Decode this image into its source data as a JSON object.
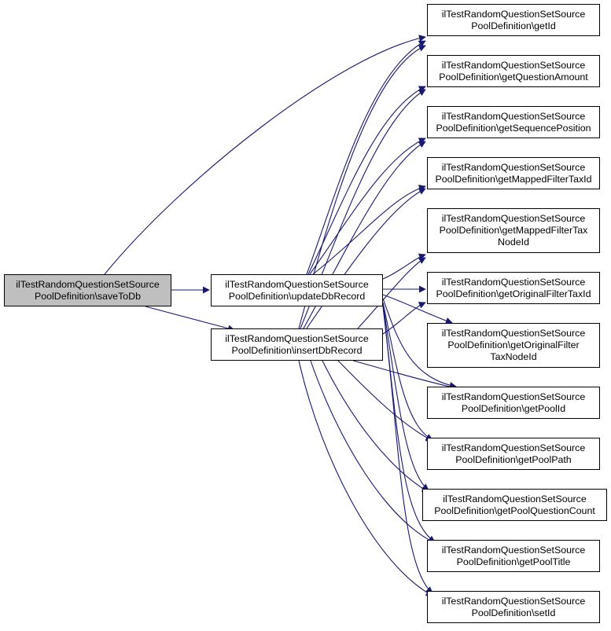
{
  "root": {
    "line1": "ilTestRandomQuestionSetSource",
    "line2": "PoolDefinition\\saveToDb"
  },
  "mid": [
    {
      "line1": "ilTestRandomQuestionSetSource",
      "line2": "PoolDefinition\\updateDbRecord"
    },
    {
      "line1": "ilTestRandomQuestionSetSource",
      "line2": "PoolDefinition\\insertDbRecord"
    }
  ],
  "targets": [
    {
      "line1": "ilTestRandomQuestionSetSource",
      "line2": "PoolDefinition\\getId"
    },
    {
      "line1": "ilTestRandomQuestionSetSource",
      "line2": "PoolDefinition\\getQuestionAmount"
    },
    {
      "line1": "ilTestRandomQuestionSetSource",
      "line2": "PoolDefinition\\getSequencePosition"
    },
    {
      "line1": "ilTestRandomQuestionSetSource",
      "line2": "PoolDefinition\\getMappedFilterTaxId"
    },
    {
      "line1": "ilTestRandomQuestionSetSource",
      "line2": "PoolDefinition\\getMappedFilterTax",
      "line3": "NodeId"
    },
    {
      "line1": "ilTestRandomQuestionSetSource",
      "line2": "PoolDefinition\\getOriginalFilterTaxId"
    },
    {
      "line1": "ilTestRandomQuestionSetSource",
      "line2": "PoolDefinition\\getOriginalFilter",
      "line3": "TaxNodeId"
    },
    {
      "line1": "ilTestRandomQuestionSetSource",
      "line2": "PoolDefinition\\getPoolId"
    },
    {
      "line1": "ilTestRandomQuestionSetSource",
      "line2": "PoolDefinition\\getPoolPath"
    },
    {
      "line1": "ilTestRandomQuestionSetSource",
      "line2": "PoolDefinition\\getPoolQuestionCount"
    },
    {
      "line1": "ilTestRandomQuestionSetSource",
      "line2": "PoolDefinition\\getPoolTitle"
    },
    {
      "line1": "ilTestRandomQuestionSetSource",
      "line2": "PoolDefinition\\setId"
    }
  ],
  "colors": {
    "edge": "#191970",
    "root_fill": "#bfbfbf",
    "node_fill": "#ffffff",
    "border": "#000000"
  }
}
